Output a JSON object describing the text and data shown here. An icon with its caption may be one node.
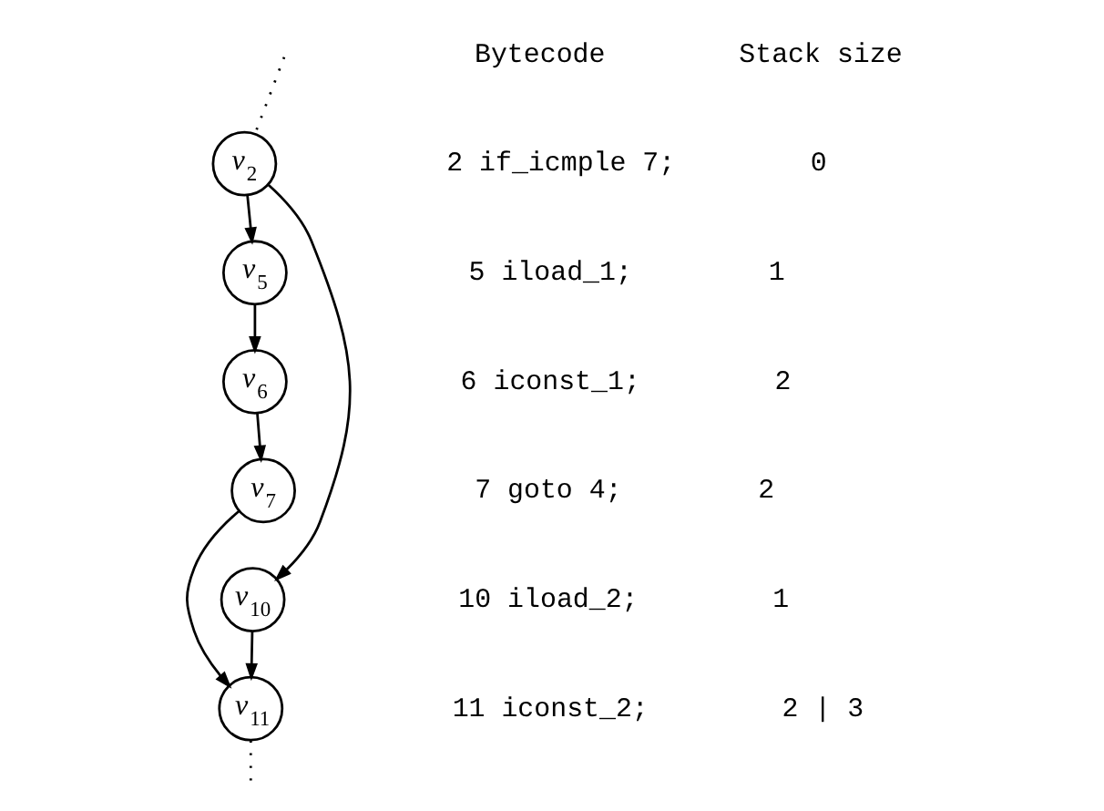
{
  "diagram": {
    "nodes": [
      {
        "text": [
          "v$_{2}$"
        ]
      },
      {
        "text": [
          "v$_{5}$"
        ]
      },
      {
        "text": [
          "v$_{6}$"
        ]
      },
      {
        "text": [
          "v$_{7}$"
        ]
      },
      {
        "text": [
          "v$_{10}$"
        ]
      },
      {
        "text": [
          "v$_{11}$"
        ]
      }
    ],
    "edges": [
      {
        "from": null,
        "to": 0,
        "arrow": "none",
        "style": "dashed"
      },
      {
        "from": 0,
        "to": 1,
        "arrow": "to"
      },
      {
        "from": 1,
        "to": 2,
        "arrow": "to"
      },
      {
        "from": 2,
        "to": 3,
        "arrow": "to"
      },
      {
        "from": 0,
        "to": 4,
        "arrow": "to"
      },
      {
        "from": 3,
        "to": 5,
        "arrow": "to"
      },
      {
        "from": 4,
        "to": 5,
        "arrow": "to"
      },
      {
        "from": 5,
        "to": null,
        "arrow": "none",
        "style": "dashed"
      }
    ],
    "labels": [
      "Bytecode",
      "Stack size",
      "2 if_icmple 7;",
      "0",
      "5 iload_1;",
      "1",
      "6 iconst_1;",
      "2",
      "7 goto 4;",
      "2",
      "10 iload_2;",
      "1",
      "11 iconst_2;",
      "2 | 3"
    ]
  }
}
